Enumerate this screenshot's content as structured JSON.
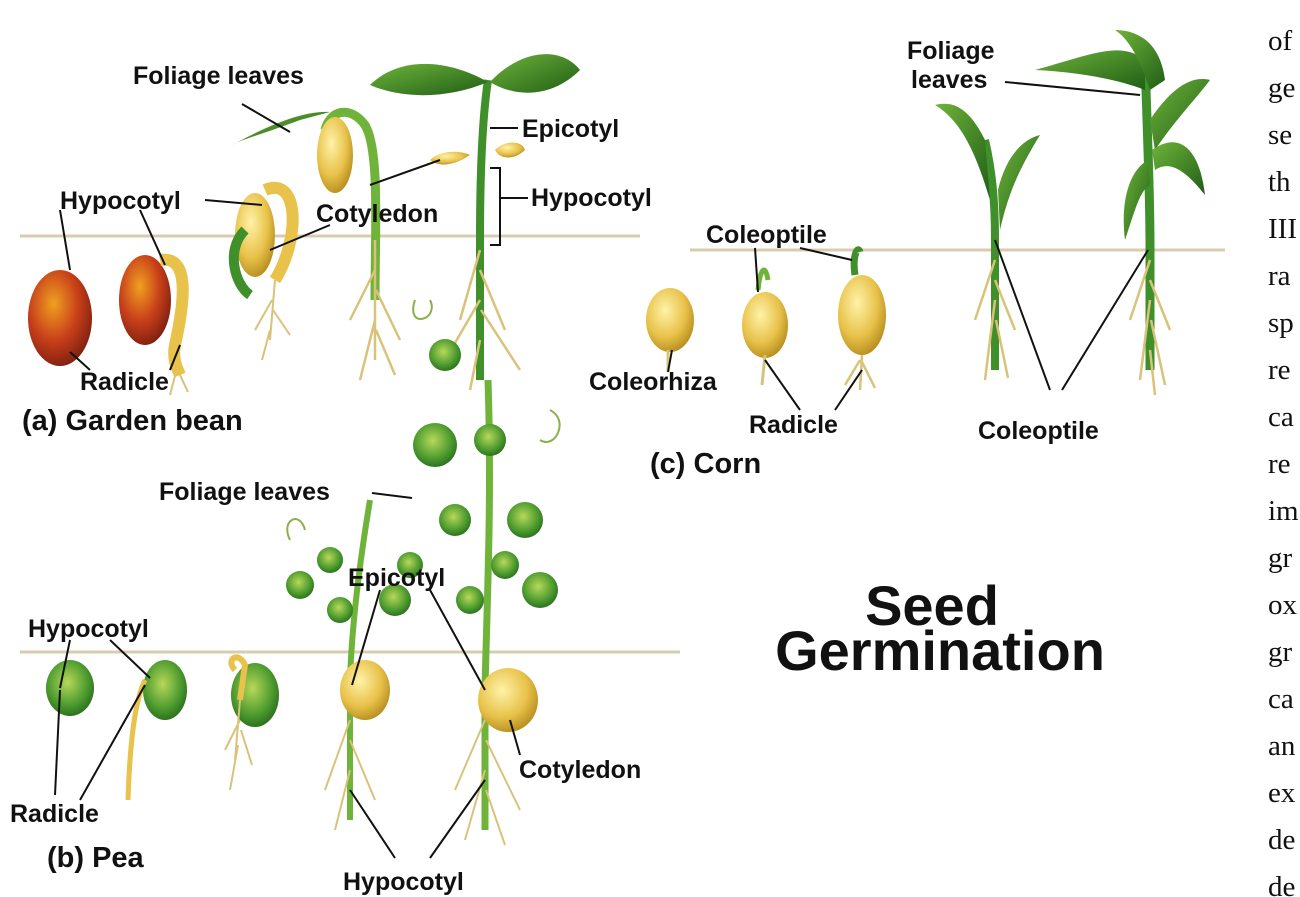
{
  "panels": {
    "garden_bean": {
      "caption": "(a) Garden bean",
      "labels": {
        "foliage_leaves": "Foliage leaves",
        "epicotyl": "Epicotyl",
        "hypocotyl_left": "Hypocotyl",
        "cotyledon": "Cotyledon",
        "hypocotyl_right": "Hypocotyl",
        "radicle": "Radicle"
      }
    },
    "pea": {
      "caption": "(b) Pea",
      "labels": {
        "foliage_leaves": "Foliage leaves",
        "epicotyl": "Epicotyl",
        "hypocotyl_top": "Hypocotyl",
        "radicle": "Radicle",
        "cotyledon": "Cotyledon",
        "hypocotyl_bottom": "Hypocotyl"
      }
    },
    "corn": {
      "caption": "(c) Corn",
      "labels": {
        "foliage_leaves_1": "Foliage",
        "foliage_leaves_2": "leaves",
        "coleoptile_top": "Coleoptile",
        "coleorhiza": "Coleorhiza",
        "radicle": "Radicle",
        "coleoptile_bottom": "Coleoptile"
      }
    }
  },
  "title": {
    "line1": "Seed",
    "line2": "Germination"
  },
  "side_text": [
    "of",
    "ge",
    "se",
    "th",
    "III",
    "ra",
    "sp",
    "re",
    "ca",
    "re",
    "im",
    "gr",
    "ox",
    "gr",
    "ca",
    "an",
    "ex",
    "de",
    "de"
  ],
  "colors": {
    "leaf": "#3f8f2a",
    "leaf_dark": "#1f5e16",
    "seed_bean": "#c0401a",
    "seed_yellow": "#e8c24a",
    "pea_green": "#4b9a2e",
    "root": "#d9c27a",
    "soil_line": "#d8cbb0"
  }
}
